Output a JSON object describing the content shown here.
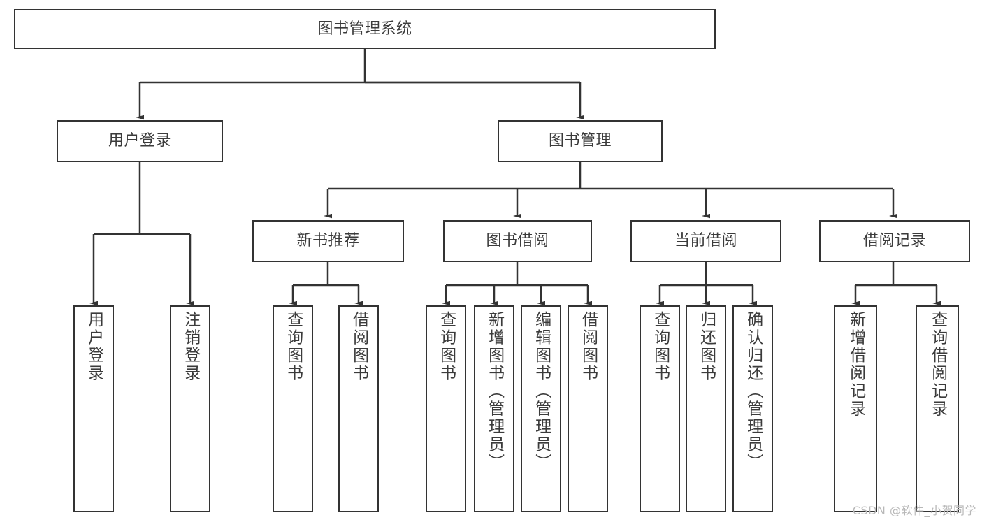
{
  "diagram": {
    "title": "图书管理系统",
    "type": "tree",
    "line_color": "#333333",
    "box_border_color": "#333333",
    "box_fill": "#ffffff",
    "text_color": "#3b3b3b",
    "background": "#ffffff"
  },
  "watermark": {
    "text": "CSDN @软件_小贺同学",
    "color": "#b8b8b8"
  },
  "nodes": {
    "root": {
      "label": "图书管理系统",
      "level": 0,
      "orientation": "horizontal"
    },
    "l1": [
      {
        "label": "用户登录",
        "orientation": "horizontal"
      },
      {
        "label": "图书管理",
        "orientation": "horizontal"
      }
    ],
    "l2": [
      {
        "label": "新书推荐",
        "orientation": "horizontal",
        "parent": "图书管理"
      },
      {
        "label": "图书借阅",
        "orientation": "horizontal",
        "parent": "图书管理"
      },
      {
        "label": "当前借阅",
        "orientation": "horizontal",
        "parent": "图书管理"
      },
      {
        "label": "借阅记录",
        "orientation": "horizontal",
        "parent": "图书管理"
      }
    ],
    "leaves": {
      "user_login": [
        {
          "label": "用户登录",
          "orientation": "vertical"
        },
        {
          "label": "注销登录",
          "orientation": "vertical"
        }
      ],
      "new_book_recommend": [
        {
          "label": "查询图书",
          "orientation": "vertical"
        },
        {
          "label": "借阅图书",
          "orientation": "vertical"
        }
      ],
      "book_borrow": [
        {
          "label": "查询图书",
          "orientation": "vertical"
        },
        {
          "label": "新增图书（管理员）",
          "orientation": "vertical"
        },
        {
          "label": "编辑图书（管理员）",
          "orientation": "vertical"
        },
        {
          "label": "借阅图书",
          "orientation": "vertical"
        }
      ],
      "current_borrow": [
        {
          "label": "查询图书",
          "orientation": "vertical"
        },
        {
          "label": "归还图书",
          "orientation": "vertical"
        },
        {
          "label": "确认归还（管理员）",
          "orientation": "vertical"
        }
      ],
      "borrow_record": [
        {
          "label": "新增借阅记录",
          "orientation": "vertical"
        },
        {
          "label": "查询借阅记录",
          "orientation": "vertical"
        }
      ]
    }
  }
}
